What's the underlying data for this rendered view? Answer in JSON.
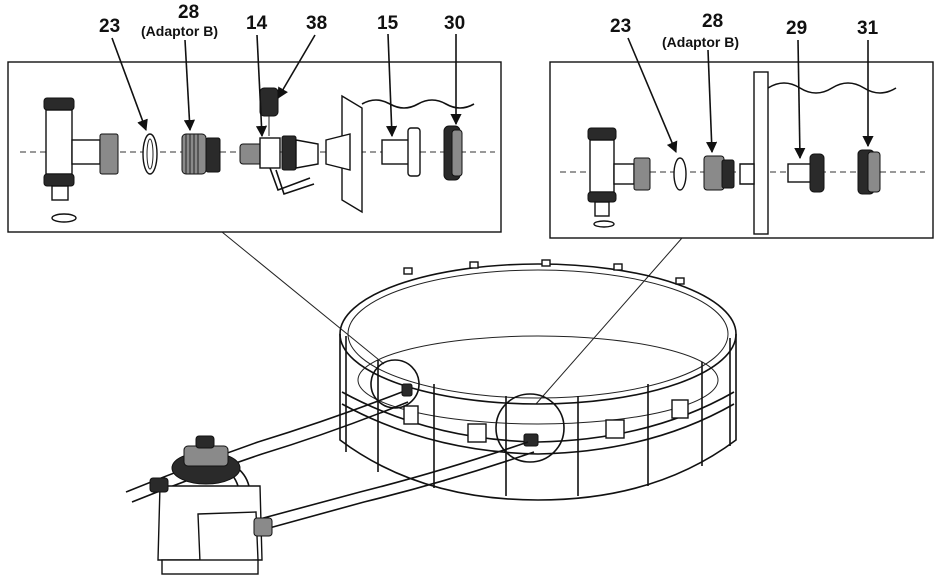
{
  "left_panel": {
    "callouts": [
      {
        "id": "c23",
        "text": "23"
      },
      {
        "id": "c28",
        "text": "28"
      },
      {
        "id": "c14",
        "text": "14"
      },
      {
        "id": "c38",
        "text": "38"
      },
      {
        "id": "c15",
        "text": "15"
      },
      {
        "id": "c30",
        "text": "30"
      }
    ],
    "adaptor_label": "(Adaptor B)"
  },
  "right_panel": {
    "callouts": [
      {
        "id": "r23",
        "text": "23"
      },
      {
        "id": "r28",
        "text": "28"
      },
      {
        "id": "r29",
        "text": "29"
      },
      {
        "id": "r31",
        "text": "31"
      }
    ],
    "adaptor_label": "(Adaptor B)"
  },
  "colors": {
    "line": "#111111",
    "fill_dark": "#2a2a2a",
    "fill_mid": "#8a8a8a",
    "fill_light": "#d6d6d6",
    "background": "#ffffff"
  }
}
